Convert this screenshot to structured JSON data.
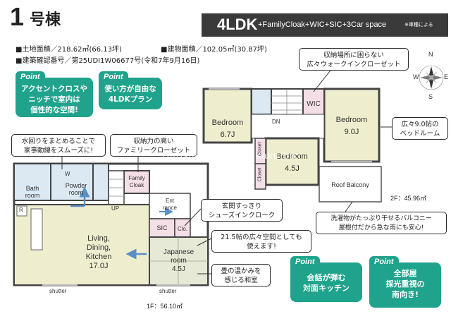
{
  "header": {
    "building_number": "1",
    "building_suffix": "号棟",
    "layout_main": "4LDK",
    "layout_extras": "+FamilyCloak+WIC+SIC+3Car space",
    "layout_note": "※車種による"
  },
  "specs": {
    "land_area": "■土地面積／218.62㎡(66.13坪)",
    "building_area": "■建物面積／102.05㎡(30.87坪)",
    "confirmation": "■建築確認番号／第25UDI1W06677号(令和7年9月16日)"
  },
  "points": [
    {
      "tag": "Point",
      "line1": "アクセントクロスや",
      "line2": "ニッチで室内は",
      "line3": "個性的な空間!"
    },
    {
      "tag": "Point",
      "line1": "使い方が自由な",
      "line2": "4LDKプラン"
    },
    {
      "tag": "Point",
      "line1": "会話が弾む",
      "line2": "対面キッチン"
    },
    {
      "tag": "Point",
      "line1": "全部屋",
      "line2": "採光重視の",
      "line3": "南向き!"
    }
  ],
  "callouts": {
    "storage": {
      "line1": "収納場所に困らない",
      "line2": "広々ウォークインクローゼット"
    },
    "bedroom9": {
      "line1": "広々9.0帖の",
      "line2": "ベッドルーム"
    },
    "water": {
      "line1": "水回りをまとめることで",
      "line2": "家事動線をスムーズに!"
    },
    "family": {
      "line1": "収納力の高い",
      "line2": "ファミリークローゼット"
    },
    "entrance": {
      "line1": "玄関すっきり",
      "line2": "シューズインクローク"
    },
    "living": {
      "line1": "21.5帖の広々空間としても",
      "line2": "使えます!"
    },
    "tatami": {
      "line1": "畳の温かみを",
      "line2": "感じる和室"
    },
    "balcony": {
      "line1": "洗濯物がたっぷり干せるバルコニー",
      "line2": "屋根付だから急な雨にも安心!"
    }
  },
  "rooms": {
    "bedroom67": {
      "name": "Bedroom",
      "size": "6.7J"
    },
    "bedroom90": {
      "name": "Bedroom",
      "size": "9.0J"
    },
    "bedroom45": {
      "name": "Bedroom",
      "size": "4.5J"
    },
    "wic": "WIC",
    "dn": "DN",
    "closet": "Closet",
    "roof_balcony": "Roof Balcony",
    "bath": {
      "line1": "Bath",
      "line2": "room"
    },
    "powder": {
      "line1": "Powder",
      "line2": "room"
    },
    "w": "W",
    "r": "R",
    "family_cloak": {
      "line1": "Family",
      "line2": "Cloak"
    },
    "up": "UP",
    "entrance": {
      "line1": "Ent",
      "line2": "rance"
    },
    "sic": "SIC",
    "clo": "Clo.",
    "ldk": {
      "line1": "Living,",
      "line2": "Dining,",
      "line3": "Kitchen",
      "line4": "17.0J"
    },
    "japanese": {
      "line1": "Japanese",
      "line2": "room",
      "line3": "4.5J"
    },
    "shutter": "shutter"
  },
  "areas": {
    "floor1": "1F：56.10㎡",
    "floor2": "2F：45.96㎡"
  },
  "watermark": "Hiroshima Sogo Kikaku Inc.",
  "colors": {
    "teal": "#1fa38c",
    "room_fill": "#eeeecf",
    "water_fill": "#dce9f2",
    "pink_fill": "#f5dfe6",
    "tatami_fill": "#e5e9d6",
    "arrow": "#5a8fc2"
  }
}
